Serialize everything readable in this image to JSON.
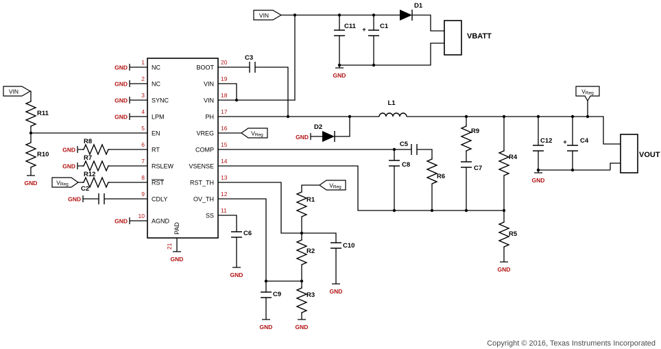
{
  "copyright": "Copyright © 2016, Texas Instruments Incorporated",
  "colors": {
    "wire": "#000000",
    "red_label": "#b21010",
    "copyright_gray": "#4a4a4a",
    "background": "#ffffff"
  },
  "nets": {
    "vin": "VIN",
    "gnd": "GND",
    "vreg_prefix": "V",
    "vreg_sub": "Reg",
    "vbatt": "VBATT",
    "vout": "VOUT"
  },
  "ic": {
    "pad": {
      "num": "21",
      "name": "PAD"
    },
    "left_pins": [
      {
        "num": "1",
        "name": "NC"
      },
      {
        "num": "2",
        "name": "NC"
      },
      {
        "num": "3",
        "name": "SYNC"
      },
      {
        "num": "4",
        "name": "LPM"
      },
      {
        "num": "5",
        "name": "EN"
      },
      {
        "num": "6",
        "name": "RT"
      },
      {
        "num": "7",
        "name": "RSLEW"
      },
      {
        "num": "8",
        "name": "RST"
      },
      {
        "num": "9",
        "name": "CDLY"
      },
      {
        "num": "10",
        "name": "AGND"
      }
    ],
    "right_pins": [
      {
        "num": "20",
        "name": "BOOT"
      },
      {
        "num": "19",
        "name": "VIN"
      },
      {
        "num": "18",
        "name": "VIN"
      },
      {
        "num": "17",
        "name": "PH"
      },
      {
        "num": "16",
        "name": "VREG"
      },
      {
        "num": "15",
        "name": "COMP"
      },
      {
        "num": "14",
        "name": "VSENSE"
      },
      {
        "num": "13",
        "name": "RST_TH"
      },
      {
        "num": "12",
        "name": "OV_TH"
      },
      {
        "num": "11",
        "name": "SS"
      }
    ]
  },
  "components": {
    "R1": "R1",
    "R2": "R2",
    "R3": "R3",
    "R4": "R4",
    "R5": "R5",
    "R6": "R6",
    "R7": "R7",
    "R8": "R8",
    "R9": "R9",
    "R10": "R10",
    "R11": "R11",
    "R12": "R12",
    "C1": "C1",
    "C2": "C2",
    "C3": "C3",
    "C4": "C4",
    "C5": "C5",
    "C6": "C6",
    "C7": "C7",
    "C8": "C8",
    "C9": "C9",
    "C10": "C10",
    "C11": "C11",
    "C12": "C12",
    "L1": "L1",
    "D1": "D1",
    "D2": "D2",
    "plus": "+"
  }
}
